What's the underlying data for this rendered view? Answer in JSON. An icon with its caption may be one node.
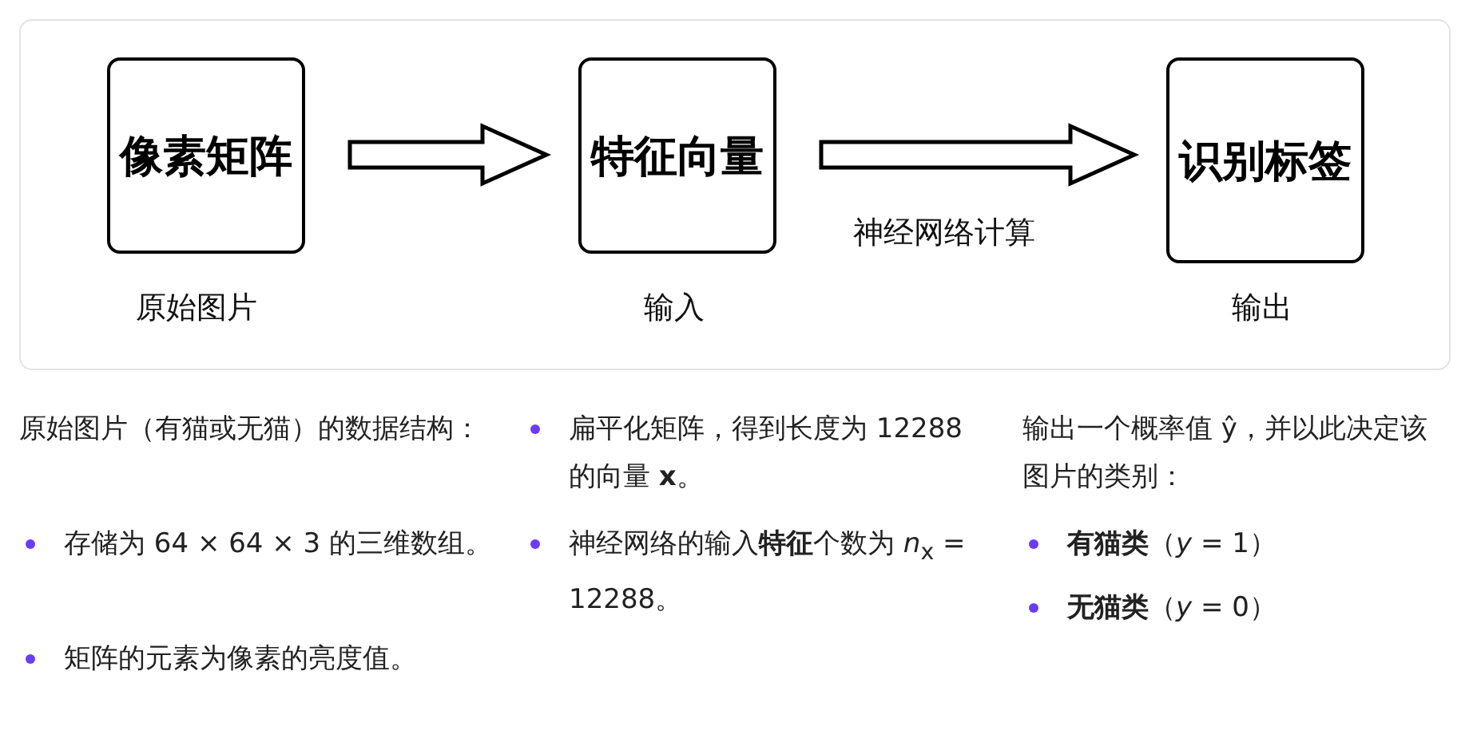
{
  "diagram": {
    "nodes": [
      {
        "text": [],
        "shape": "box"
      },
      {
        "text": [
          "像素矩阵"
        ],
        "in": 0,
        "beside": [
          "原始图片"
        ]
      },
      {
        "text": [
          "特征向量"
        ],
        "in": 0,
        "beside": [
          "输入"
        ]
      },
      {
        "text": [
          "识别标签"
        ],
        "in": 0,
        "beside": [
          "输出"
        ]
      }
    ],
    "edges": [
      {
        "from": 1,
        "to": 2,
        "arrow": "to"
      },
      {
        "from": 2,
        "to": 3,
        "arrow": "to",
        "label": "神经网络计算"
      }
    ],
    "labels": [
      "原始图片（有猫或无猫）的数据结构：",
      "存储为 64 × 64 × 3 的三维数组。",
      "矩阵的元素为像素的亮度值。",
      "扁平化矩阵，得到长度为 12288 的向量 **x**。",
      "神经网络的输入**特征**个数为 *n*$_{x}$ = 12288。",
      "输出一个概率值 ŷ，并以此决定该图片的类别：",
      "**有猫类**（*y* = 1）",
      "**无猫类**（*y* = 0）"
    ]
  }
}
